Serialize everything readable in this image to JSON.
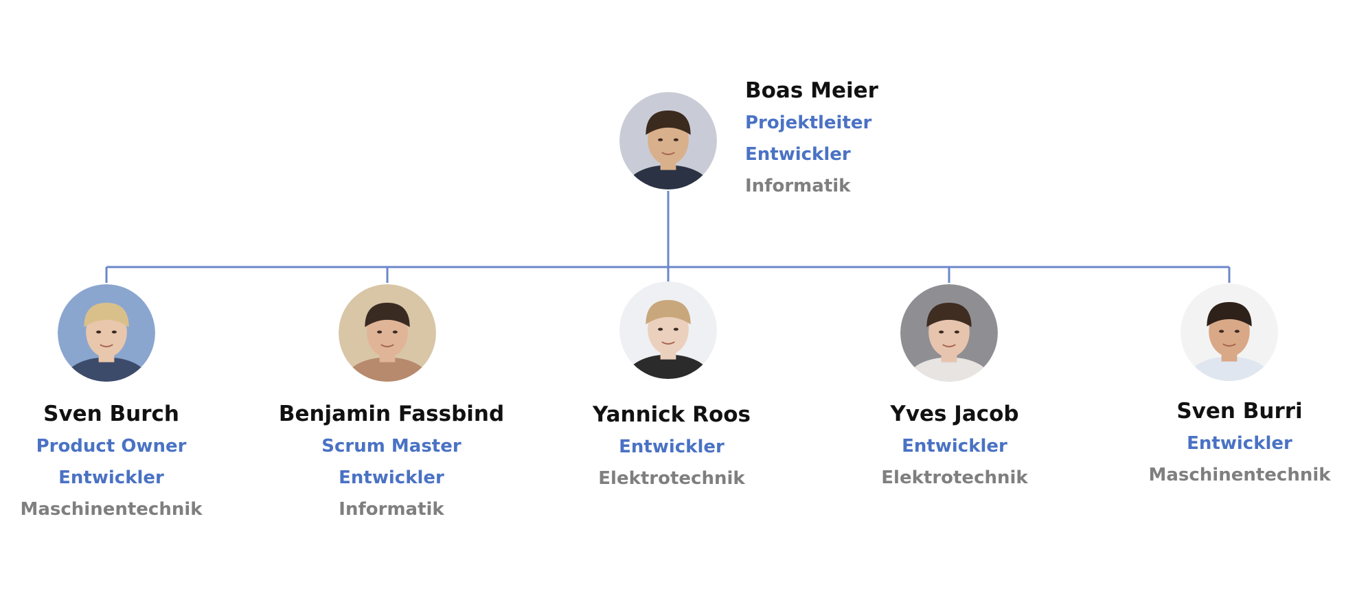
{
  "colors": {
    "connector": "#6b87c9",
    "name": "#111111",
    "role": "#4a72c4",
    "department": "#7f7f7f"
  },
  "leader": {
    "name": "Boas Meier",
    "roles": [
      "Projektleiter",
      "Entwickler"
    ],
    "department": "Informatik",
    "photo_icon": "person-photo-icon",
    "skin": "#d9b08c",
    "hair": "#3b2a1e",
    "bg": "#c9ccd6",
    "shirt": "#2a3244"
  },
  "members": [
    {
      "name": "Sven Burch",
      "roles": [
        "Product Owner",
        "Entwickler"
      ],
      "department": "Maschinentechnik",
      "photo_icon": "person-photo-icon",
      "skin": "#e8c7ad",
      "hair": "#d9c08a",
      "bg": "#8aa6cf",
      "shirt": "#3d4b6b"
    },
    {
      "name": "Benjamin Fassbind",
      "roles": [
        "Scrum Master",
        "Entwickler"
      ],
      "department": "Informatik",
      "photo_icon": "person-photo-icon",
      "skin": "#e0b497",
      "hair": "#3a2b22",
      "bg": "#d8c6a7",
      "shirt": "#b78a6d"
    },
    {
      "name": "Yannick Roos",
      "roles": [
        "Entwickler"
      ],
      "department": "Elektrotechnik",
      "photo_icon": "person-photo-icon",
      "skin": "#ecd0be",
      "hair": "#c9a77c",
      "bg": "#eef0f3",
      "shirt": "#2b2b2b"
    },
    {
      "name": "Yves Jacob",
      "roles": [
        "Entwickler"
      ],
      "department": "Elektrotechnik",
      "photo_icon": "person-photo-icon",
      "skin": "#e7c4ae",
      "hair": "#3f2d22",
      "bg": "#8f8f93",
      "shirt": "#e7e4e2"
    },
    {
      "name": "Sven Burri",
      "roles": [
        "Entwickler"
      ],
      "department": "Maschinentechnik",
      "photo_icon": "person-photo-icon",
      "skin": "#d9a887",
      "hair": "#2d211a",
      "bg": "#f3f3f3",
      "shirt": "#dfe6ef"
    }
  ]
}
